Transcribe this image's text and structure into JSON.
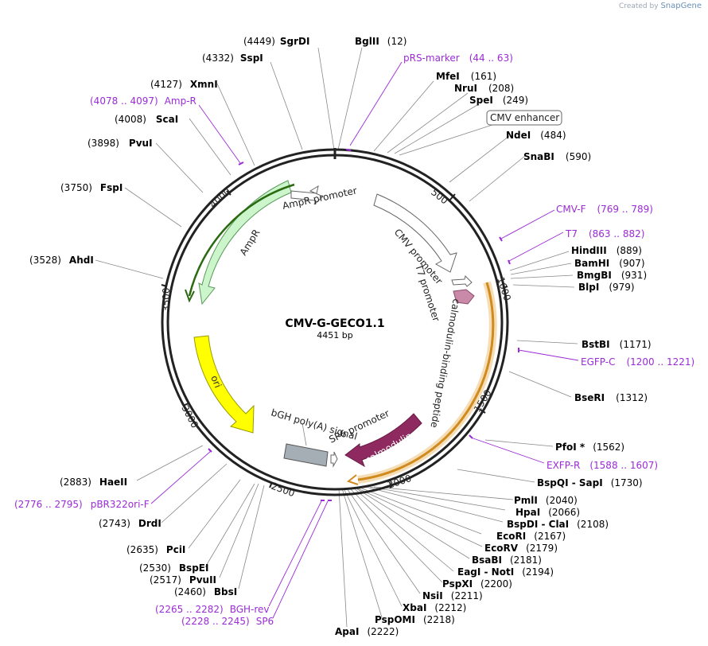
{
  "branding": {
    "created_by": "Created by",
    "product": "SnapGene"
  },
  "plasmid": {
    "name": "CMV-G-GECO1.1",
    "size": "4451 bp"
  },
  "ticks": [
    "500",
    "1000",
    "1500",
    "2000",
    "2500",
    "3000",
    "3500",
    "4000"
  ],
  "features": {
    "cmv_enhancer": "CMV enhancer",
    "cmv_promoter": "CMV promoter",
    "t7_promoter": "T7 promoter",
    "calmodulin_binding_peptide": "calmodulin-binding peptide",
    "calmodulin": "calmodulin",
    "sp6_promoter": "SP6 promoter",
    "bgh_polya": "bGH poly(A) signal",
    "ori": "ori",
    "ampr": "AmpR",
    "ampr_promoter": "AmpR promoter"
  },
  "sites": [
    {
      "name": "SgrDI",
      "pos": "(4449)"
    },
    {
      "name": "BglII",
      "pos": "(12)"
    },
    {
      "name": "SspI",
      "pos": "(4332)"
    },
    {
      "name": "MfeI",
      "pos": "(161)"
    },
    {
      "name": "XmnI",
      "pos": "(4127)"
    },
    {
      "name": "NruI",
      "pos": "(208)"
    },
    {
      "name": "SpeI",
      "pos": "(249)"
    },
    {
      "name": "ScaI",
      "pos": "(4008)"
    },
    {
      "name": "NdeI",
      "pos": "(484)"
    },
    {
      "name": "PvuI",
      "pos": "(3898)"
    },
    {
      "name": "SnaBI",
      "pos": "(590)"
    },
    {
      "name": "FspI",
      "pos": "(3750)"
    },
    {
      "name": "HindIII",
      "pos": "(889)"
    },
    {
      "name": "BamHI",
      "pos": "(907)"
    },
    {
      "name": "AhdI",
      "pos": "(3528)"
    },
    {
      "name": "BmgBI",
      "pos": "(931)"
    },
    {
      "name": "BlpI",
      "pos": "(979)"
    },
    {
      "name": "BstBI",
      "pos": "(1171)"
    },
    {
      "name": "BseRI",
      "pos": "(1312)"
    },
    {
      "name": "PfoI *",
      "pos": "(1562)"
    },
    {
      "name": "BspQI - SapI",
      "pos": "(1730)"
    },
    {
      "name": "HaeII",
      "pos": "(2883)"
    },
    {
      "name": "PmlI",
      "pos": "(2040)"
    },
    {
      "name": "HpaI",
      "pos": "(2066)"
    },
    {
      "name": "DrdI",
      "pos": "(2743)"
    },
    {
      "name": "BspDI - ClaI",
      "pos": "(2108)"
    },
    {
      "name": "EcoRI",
      "pos": "(2167)"
    },
    {
      "name": "PciI",
      "pos": "(2635)"
    },
    {
      "name": "EcoRV",
      "pos": "(2179)"
    },
    {
      "name": "BsaBI",
      "pos": "(2181)"
    },
    {
      "name": "BspEI",
      "pos": "(2530)"
    },
    {
      "name": "EagI - NotI",
      "pos": "(2194)"
    },
    {
      "name": "PvuII",
      "pos": "(2517)"
    },
    {
      "name": "PspXI",
      "pos": "(2200)"
    },
    {
      "name": "BbsI",
      "pos": "(2460)"
    },
    {
      "name": "NsiI",
      "pos": "(2211)"
    },
    {
      "name": "XbaI",
      "pos": "(2212)"
    },
    {
      "name": "PspOMI",
      "pos": "(2218)"
    },
    {
      "name": "ApaI",
      "pos": "(2222)"
    }
  ],
  "primers": [
    {
      "name": "pRS-marker",
      "range": "(44 .. 63)"
    },
    {
      "name": "Amp-R",
      "range": "(4078 .. 4097)"
    },
    {
      "name": "CMV-F",
      "range": "(769 .. 789)"
    },
    {
      "name": "T7",
      "range": "(863 .. 882)"
    },
    {
      "name": "EGFP-C",
      "range": "(1200 .. 1221)"
    },
    {
      "name": "EXFP-R",
      "range": "(1588 .. 1607)"
    },
    {
      "name": "pBR322ori-F",
      "range": "(2776 .. 2795)"
    },
    {
      "name": "BGH-rev",
      "range": "(2265 .. 2282)"
    },
    {
      "name": "SP6",
      "range": "(2228 .. 2245)"
    }
  ]
}
